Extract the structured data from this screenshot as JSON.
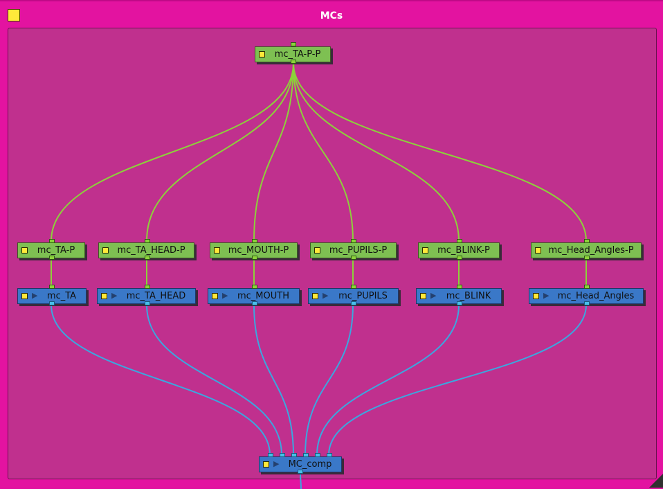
{
  "window": {
    "title": "MCs",
    "background": "#e313a0",
    "group_background": "#c0308e"
  },
  "colors": {
    "green_node": "#7ec052",
    "blue_node": "#3a78c8",
    "green_wire": "#8cd23a",
    "blue_wire": "#3aa8e0",
    "node_icon": "#ffe93a"
  },
  "nodes": {
    "root": {
      "label": "mc_TA-P-P"
    },
    "pegs": [
      {
        "label": "mc_TA-P"
      },
      {
        "label": "mc_TA_HEAD-P"
      },
      {
        "label": "mc_MOUTH-P"
      },
      {
        "label": "mc_PUPILS-P"
      },
      {
        "label": "mc_BLINK-P"
      },
      {
        "label": "mc_Head_Angles-P"
      }
    ],
    "drawings": [
      {
        "label": "mc_TA"
      },
      {
        "label": "mc_TA_HEAD"
      },
      {
        "label": "mc_MOUTH"
      },
      {
        "label": "mc_PUPILS"
      },
      {
        "label": "mc_BLINK"
      },
      {
        "label": "mc_Head_Angles"
      }
    ],
    "composite": {
      "label": "MC_comp"
    }
  },
  "icons": {
    "title_icon": "yellow-square-icon",
    "node_icon": "yellow-square-icon",
    "drawing_icon": "play-triangle-icon"
  }
}
